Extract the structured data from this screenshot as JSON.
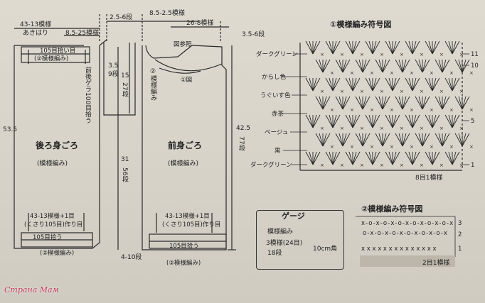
{
  "back_panel": {
    "width_top": "43-13模様",
    "opening": "あきはり",
    "shoulder": "8.5-25模様",
    "pick_top": "105目拾い目",
    "edging_top": "(②模様編み)",
    "vertical_note": "前後ゲラ100目拾う",
    "title": "後ろ身ごろ",
    "pattern": "(模様編み)",
    "height_left": "53.5",
    "bottom_width": "43-13模様+1目",
    "bottom_cast": "(くさり105目)作り目",
    "bottom_pick": "105目拾う",
    "bottom_edging": "(②模様編み)"
  },
  "front_panel": {
    "top_small": "2.5-6段",
    "shoulder": "8.5-2.5模様",
    "neck": "26-8模様",
    "ref": "図参照",
    "arc_note": "①図",
    "side_edging": "②模様編み",
    "title": "前身ごろ",
    "pattern": "(模様編み)",
    "bottom_width": "43-13模様+1目",
    "bottom_cast": "(くさり105目)作り目",
    "bottom_pick": "105目拾う",
    "bottom_edging": "(②模様編み)",
    "bottom_rows": "4-10段"
  },
  "dims": {
    "armhole_a": "3.5",
    "armhole_b": "9段",
    "mid_a": "15",
    "mid_b": "27段",
    "lower_a": "31",
    "lower_b": "56段",
    "right_a": "42.5",
    "right_b": "77段",
    "top_right": "3.5-6段"
  },
  "chart1": {
    "title": "①模様編み符号図",
    "colors": [
      "ダークグリーン",
      "からし色",
      "うぐいす色",
      "赤茶",
      "ベージュ",
      "黒",
      "ダークグリーン"
    ],
    "row_nums": [
      "11",
      "10",
      "5",
      "1"
    ],
    "repeat": "8目1模様"
  },
  "gauge": {
    "title": "ゲージ",
    "pattern": "模様編み",
    "line1": "3模様(24目)",
    "line2": "18段",
    "size": "10cm角"
  },
  "chart2": {
    "title": "②模様編み符号図",
    "row_nums": [
      "3",
      "2",
      "1"
    ],
    "repeat": "2目1模様",
    "marks": [
      "x-o-x-o-x-o-x-o-x-o-x-o-x",
      "o-x-o-x-o-x-o-x-o-x-o-x",
      "x x x x x x x x x x x x x x"
    ]
  },
  "watermark": "Страна Мам"
}
